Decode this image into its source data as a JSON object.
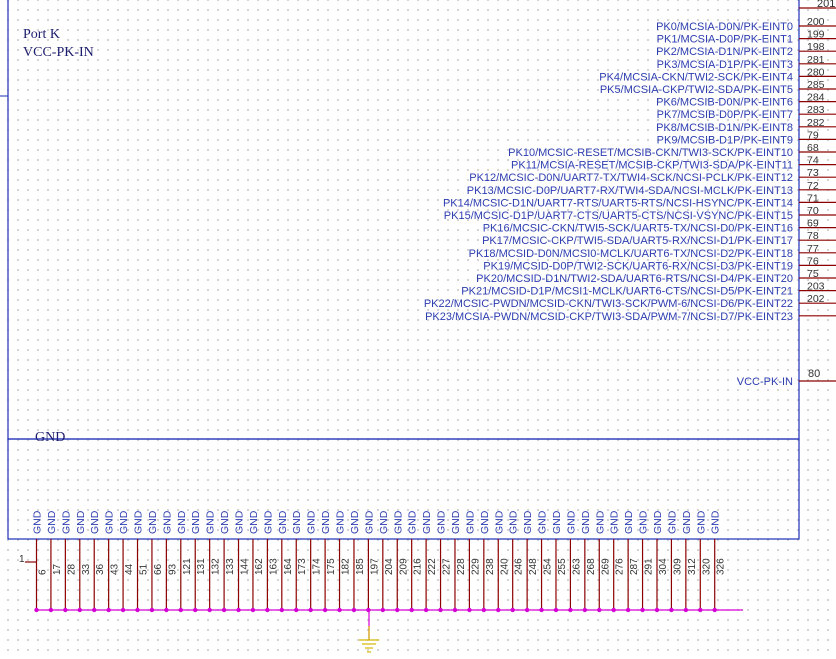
{
  "component": {
    "sections": [
      {
        "name": "Port K",
        "power": "VCC-PK-IN"
      },
      {
        "name": "GND"
      }
    ]
  },
  "top_pin": {
    "number": "201"
  },
  "port_k_pins": [
    {
      "label": "PK0/MCSIA-D0N/PK-EINT0",
      "number": "200"
    },
    {
      "label": "PK1/MCSIA-D0P/PK-EINT1",
      "number": "199"
    },
    {
      "label": "PK2/MCSIA-D1N/PK-EINT2",
      "number": "198"
    },
    {
      "label": "PK3/MCSIA-D1P/PK-EINT3",
      "number": "281"
    },
    {
      "label": "PK4/MCSIA-CKN/TWI2-SCK/PK-EINT4",
      "number": "280"
    },
    {
      "label": "PK5/MCSIA-CKP/TWI2-SDA/PK-EINT5",
      "number": "285"
    },
    {
      "label": "PK6/MCSIB-D0N/PK-EINT6",
      "number": "284"
    },
    {
      "label": "PK7/MCSIB-D0P/PK-EINT7",
      "number": "283"
    },
    {
      "label": "PK8/MCSIB-D1N/PK-EINT8",
      "number": "282"
    },
    {
      "label": "PK9/MCSIB-D1P/PK-EINT9",
      "number": "79"
    },
    {
      "label": "PK10/MCSIC-RESET/MCSIB-CKN/TWI3-SCK/PK-EINT10",
      "number": "68"
    },
    {
      "label": "PK11/MCSIA-RESET/MCSIB-CKP/TWI3-SDA/PK-EINT11",
      "number": "74"
    },
    {
      "label": "PK12/MCSIC-D0N/UART7-TX/TWI4-SCK/NCSI-PCLK/PK-EINT12",
      "number": "73"
    },
    {
      "label": "PK13/MCSIC-D0P/UART7-RX/TWI4-SDA/NCSI-MCLK/PK-EINT13",
      "number": "72"
    },
    {
      "label": "PK14/MCSIC-D1N/UART7-RTS/UART5-RTS/NCSI-HSYNC/PK-EINT14",
      "number": "71"
    },
    {
      "label": "PK15/MCSIC-D1P/UART7-CTS/UART5-CTS/NCSI-VSYNC/PK-EINT15",
      "number": "70"
    },
    {
      "label": "PK16/MCSIC-CKN/TWI5-SCK/UART5-TX/NCSI-D0/PK-EINT16",
      "number": "69"
    },
    {
      "label": "PK17/MCSIC-CKP/TWI5-SDA/UART5-RX/NCSI-D1/PK-EINT17",
      "number": "78"
    },
    {
      "label": "PK18/MCSID-D0N/MCSI0-MCLK/UART6-TX/NCSI-D2/PK-EINT18",
      "number": "77"
    },
    {
      "label": "PK19/MCSID-D0P/TWI2-SCK/UART6-RX/NCSI-D3/PK-EINT19",
      "number": "76"
    },
    {
      "label": "PK20/MCSID-D1N/TWI2-SDA/UART6-RTS/NCSI-D4/PK-EINT20",
      "number": "75"
    },
    {
      "label": "PK21/MCSID-D1P/MCSI1-MCLK/UART6-CTS/NCSI-D5/PK-EINT21",
      "number": "203"
    },
    {
      "label": "PK22/MCSIC-PWDN/MCSID-CKN/TWI3-SCK/PWM-6/NCSI-D6/PK-EINT22",
      "number": "202"
    },
    {
      "label": "PK23/MCSIA-PWDN/MCSID-CKP/TWI3-SDA/PWM-7/NCSI-D7/PK-EINT23",
      "number": ""
    }
  ],
  "vcc_pin": {
    "label": "VCC-PK-IN",
    "number": "80"
  },
  "gnd_pin_label": "GND",
  "gnd_first_pin": "1",
  "gnd_pins": [
    "6",
    "17",
    "28",
    "33",
    "36",
    "43",
    "44",
    "51",
    "66",
    "93",
    "121",
    "131",
    "132",
    "133",
    "144",
    "162",
    "163",
    "164",
    "173",
    "174",
    "175",
    "182",
    "185",
    "197",
    "204",
    "209",
    "216",
    "222",
    "227",
    "228",
    "229",
    "238",
    "240",
    "246",
    "248",
    "254",
    "255",
    "263",
    "268",
    "269",
    "276",
    "287",
    "291",
    "304",
    "309",
    "312",
    "320",
    "326"
  ],
  "colors": {
    "body_outline": "#1f2fb8",
    "pin_line": "#8b0000",
    "pin_text": "#333333",
    "net_wire": "#d400d4",
    "junction": "#d400d4",
    "ground_symbol": "#d4b800",
    "section_text": "#1c1c6e",
    "label_text": "#2c3db0"
  }
}
